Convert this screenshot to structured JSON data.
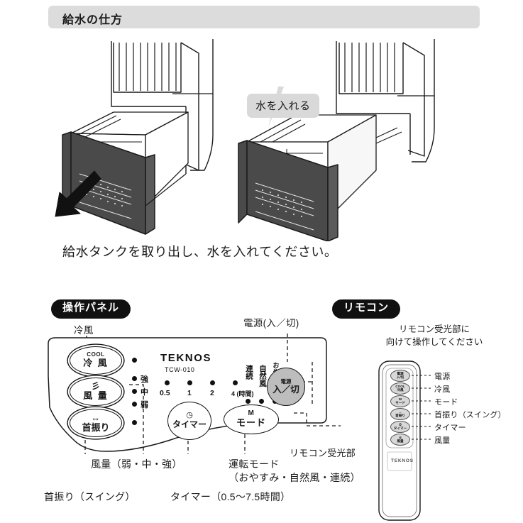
{
  "section": {
    "title": "給水の仕方"
  },
  "illustration": {
    "callout": "水を入れる",
    "caption": "給水タンクを取り出し、水を入れてください。",
    "arrow_name": "pull-out-arrow"
  },
  "panel": {
    "badge": "操作パネル",
    "brand": "TEKNOS",
    "model": "TCW-010",
    "top_labels": {
      "cool": "冷風",
      "power": "電源(入／切)"
    },
    "buttons": [
      {
        "name": "cool-button",
        "line1": "COOL",
        "line2": "冷 風"
      },
      {
        "name": "fan-speed-button",
        "line1": "icon-wind",
        "line2": "風 量"
      },
      {
        "name": "swing-button",
        "line1": "icon-swing",
        "line2": "首振り"
      },
      {
        "name": "timer-button",
        "line1": "icon-clock",
        "line2": "タイマー"
      },
      {
        "name": "mode-button",
        "line1": "M",
        "line2": "モード"
      },
      {
        "name": "power-button",
        "line1": "電源",
        "line2": "入／切"
      }
    ],
    "speed_leds": [
      "強",
      "中",
      "弱"
    ],
    "timer_leds": [
      "0.5",
      "1",
      "2",
      "4 (時間)"
    ],
    "mode_leds": [
      "連続",
      "自然風",
      "おやすみ"
    ],
    "annotations": {
      "fan_speed": "風量（弱・中・強）",
      "swing": "首振り（スイング）",
      "timer": "タイマー（0.5～7.5時間）",
      "mode_line1": "運転モード",
      "mode_line2": "（おやすみ・自然風・連続）",
      "receiver": "リモコン受光部"
    }
  },
  "remote": {
    "badge": "リモコン",
    "note_line1": "リモコン受光部に",
    "note_line2": "向けて操作してください",
    "brand": "TEKNOS",
    "buttons": [
      {
        "name": "remote-power-button",
        "line1": "電源",
        "line2": "入/切",
        "label": "電源"
      },
      {
        "name": "remote-cool-button",
        "line1": "COOL",
        "line2": "冷風",
        "label": "冷風"
      },
      {
        "name": "remote-mode-button",
        "line1": "M",
        "line2": "モード",
        "label": "モード"
      },
      {
        "name": "remote-swing-button",
        "line1": "↔",
        "line2": "首振り",
        "label": "首振り（スイング）"
      },
      {
        "name": "remote-timer-button",
        "line1": "⏱",
        "line2": "タイマー",
        "label": "タイマー"
      },
      {
        "name": "remote-fan-button",
        "line1": "≶",
        "line2": "風量",
        "label": "風量"
      }
    ]
  },
  "colors": {
    "banner": "#dcdcdc",
    "callout": "#d9d9d9",
    "badge": "#111111",
    "tank_dark": "#4a4a4a",
    "power_button": "#bdbdbd",
    "remote_button": "#d8d8d8"
  }
}
